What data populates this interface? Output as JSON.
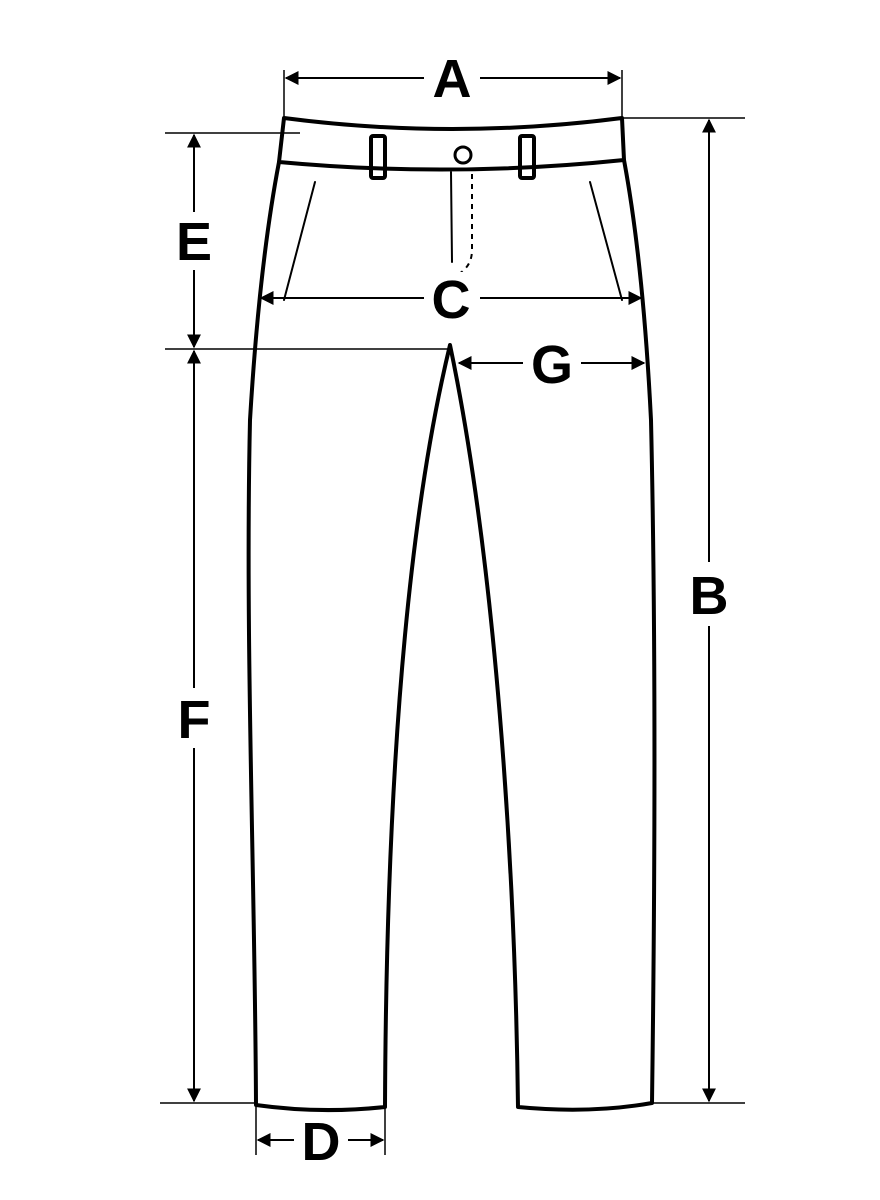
{
  "labels": {
    "a": "A",
    "b": "B",
    "c": "C",
    "d": "D",
    "e": "E",
    "f": "F",
    "g": "G"
  },
  "colors": {
    "line": "#000000",
    "background": "#ffffff"
  }
}
